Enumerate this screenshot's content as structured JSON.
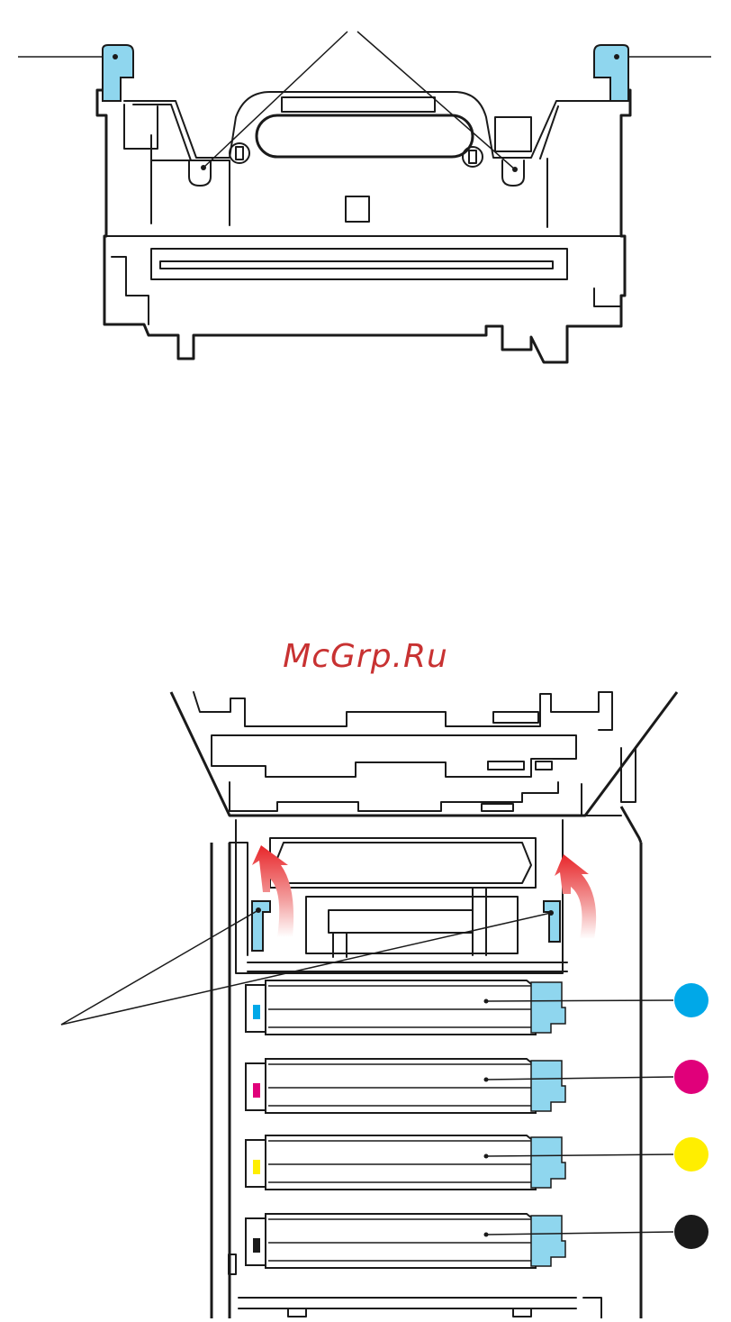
{
  "watermark": {
    "text": "McGrp.Ru",
    "color": "#c83232"
  },
  "colors": {
    "outline": "#1a1a1a",
    "lever_blue": "#8fd6ee",
    "arrow_red": "#e8262a",
    "cyan": "#00a8e8",
    "magenta": "#e0007a",
    "yellow": "#ffee00",
    "black": "#1a1a1a"
  },
  "top_figure": {
    "parts": [
      "fuser-unit",
      "release-lever-left",
      "release-lever-right",
      "locating-peg-left",
      "locating-peg-right"
    ]
  },
  "bottom_figure": {
    "parts": [
      "printer-open-lid",
      "fuser-lock-lever-left",
      "fuser-lock-lever-right",
      "lift-arrow-left",
      "lift-arrow-right"
    ],
    "drums": [
      {
        "color_name": "cyan",
        "icon": "cyan-dot-icon"
      },
      {
        "color_name": "magenta",
        "icon": "magenta-dot-icon"
      },
      {
        "color_name": "yellow",
        "icon": "yellow-dot-icon"
      },
      {
        "color_name": "black",
        "icon": "black-dot-icon"
      }
    ]
  }
}
